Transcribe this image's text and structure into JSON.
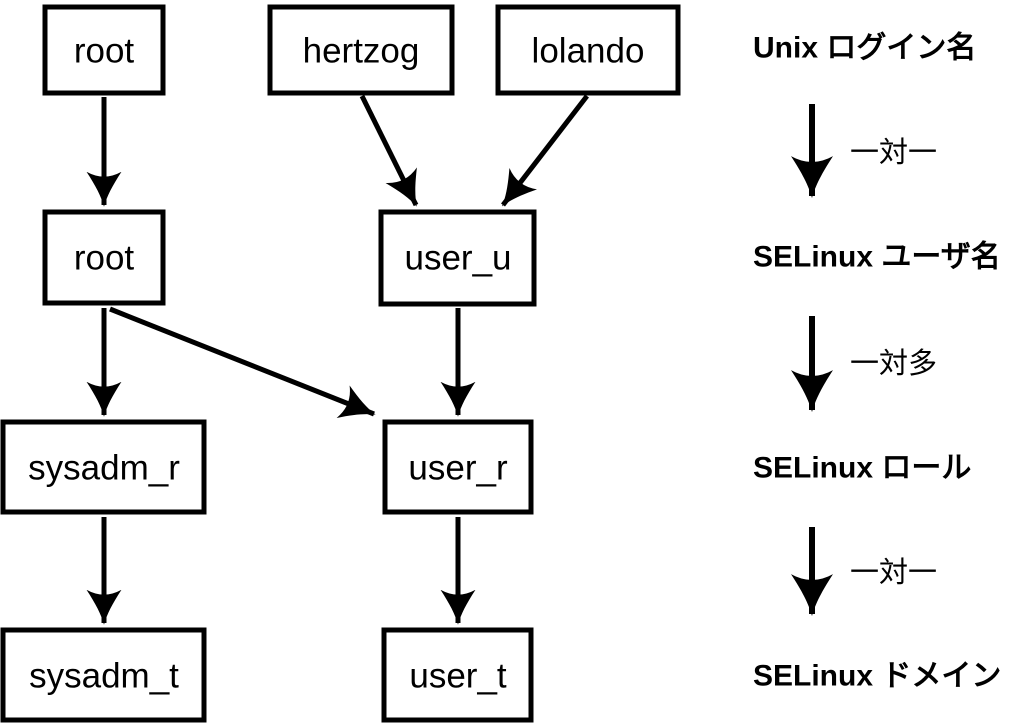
{
  "diagram": {
    "colors": {
      "line": "#000000",
      "background": "#ffffff"
    },
    "boxes": {
      "unix_root": "root",
      "unix_hertzog": "hertzog",
      "unix_lolando": "lolando",
      "selinux_root": "root",
      "user_u": "user_u",
      "sysadm_r": "sysadm_r",
      "user_r": "user_r",
      "sysadm_t": "sysadm_t",
      "user_t": "user_t"
    },
    "legend": {
      "row1": "Unix ログイン名",
      "rel1": "一対一",
      "row2": "SELinux ユーザ名",
      "rel2": "一対多",
      "row3": "SELinux ロール",
      "rel3": "一対一",
      "row4": "SELinux ドメイン"
    }
  }
}
